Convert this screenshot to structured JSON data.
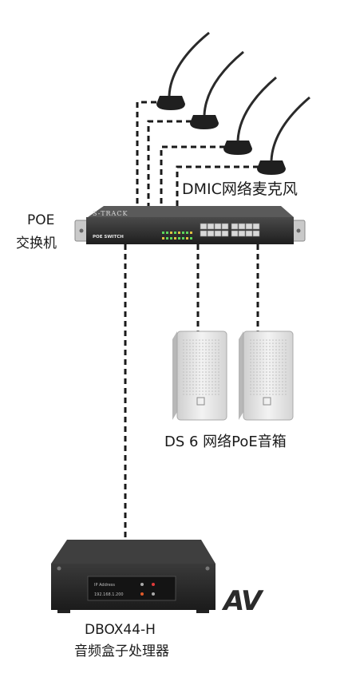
{
  "labels": {
    "mic": "DMIC网络麦克风",
    "poe_line1": "POE",
    "poe_line2": "交换机",
    "speaker": "DS 6 网络PoE音箱",
    "dbox_line1": "DBOX44-H",
    "dbox_line2": "音频盒子处理器",
    "brand_mark": "AV"
  },
  "switch": {
    "brand": "S-TRACK",
    "model": "POE SWITCH"
  },
  "dbox": {
    "ip_label": "IP Address",
    "ip_value": "192.168.1.200"
  },
  "colors": {
    "cable": "#1a1a1a",
    "device_dark": "#2d2d2d",
    "speaker_body": "#e9e9e9"
  }
}
